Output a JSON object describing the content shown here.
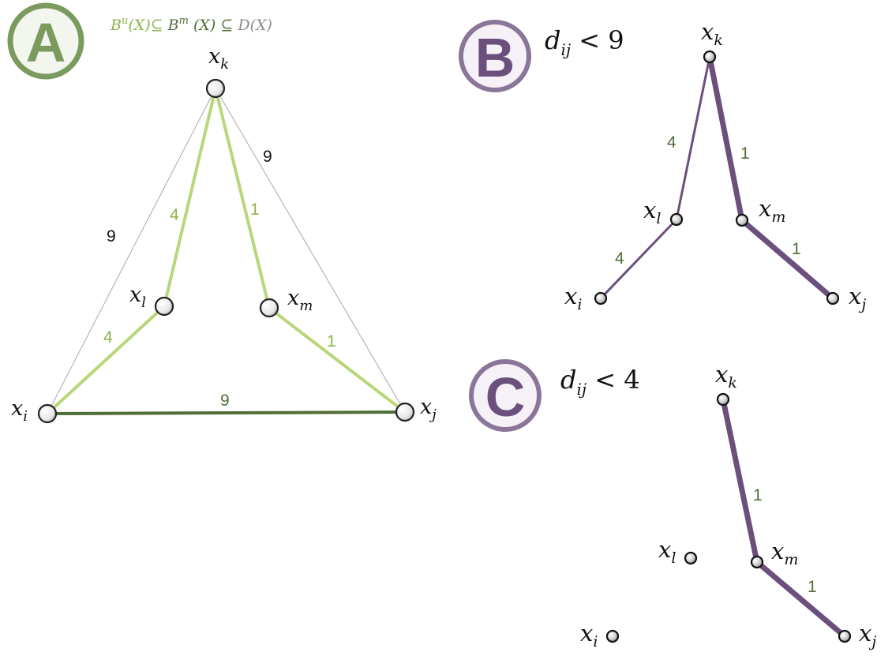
{
  "colors": {
    "a_circle": "#7a9a5e",
    "a_fill": "#f2f6ee",
    "light_green": "#b8d67a",
    "dark_green": "#4f6e38",
    "gray_edge": "#a0a0a0",
    "purple": "#6b4f7d",
    "purple_dark": "#5b3e6b",
    "circle_purple": "#8a7698",
    "circle_purple_fill": "#f5f1f7",
    "inclusion_green": "#8bb34a",
    "inclusion_gray": "#8c8c8c"
  },
  "panelA": {
    "badge": "A",
    "inclusion": {
      "part1": "B",
      "part1_sup": "u",
      "part1_arg": "(X)⊆ ",
      "part2": "B",
      "part2_sup": "m",
      "part2_arg": " (X) ⊆ ",
      "part3": "D(X)"
    },
    "nodes": {
      "k": {
        "base": "x",
        "sub": "k"
      },
      "l": {
        "base": "x",
        "sub": "l"
      },
      "m": {
        "base": "x",
        "sub": "m"
      },
      "i": {
        "base": "x",
        "sub": "i"
      },
      "j": {
        "base": "x",
        "sub": "j"
      }
    },
    "edge_labels": {
      "ki": "9",
      "kj": "9",
      "kl": "4",
      "km": "1",
      "li": "4",
      "mj": "1",
      "ij": "9"
    }
  },
  "panelB": {
    "badge": "B",
    "threshold": {
      "d": "d",
      "sub": "ij",
      "rest": " < 9"
    },
    "nodes": {
      "k": {
        "base": "x",
        "sub": "k"
      },
      "l": {
        "base": "x",
        "sub": "l"
      },
      "m": {
        "base": "x",
        "sub": "m"
      },
      "i": {
        "base": "x",
        "sub": "i"
      },
      "j": {
        "base": "x",
        "sub": "j"
      }
    },
    "edge_labels": {
      "kl": "4",
      "km": "1",
      "li": "4",
      "mj": "1"
    }
  },
  "panelC": {
    "badge": "C",
    "threshold": {
      "d": "d",
      "sub": "ij",
      "rest": " < 4"
    },
    "nodes": {
      "k": {
        "base": "x",
        "sub": "k"
      },
      "l": {
        "base": "x",
        "sub": "l"
      },
      "m": {
        "base": "x",
        "sub": "m"
      },
      "i": {
        "base": "x",
        "sub": "i"
      },
      "j": {
        "base": "x",
        "sub": "j"
      }
    },
    "edge_labels": {
      "km": "1",
      "mj": "1"
    }
  }
}
